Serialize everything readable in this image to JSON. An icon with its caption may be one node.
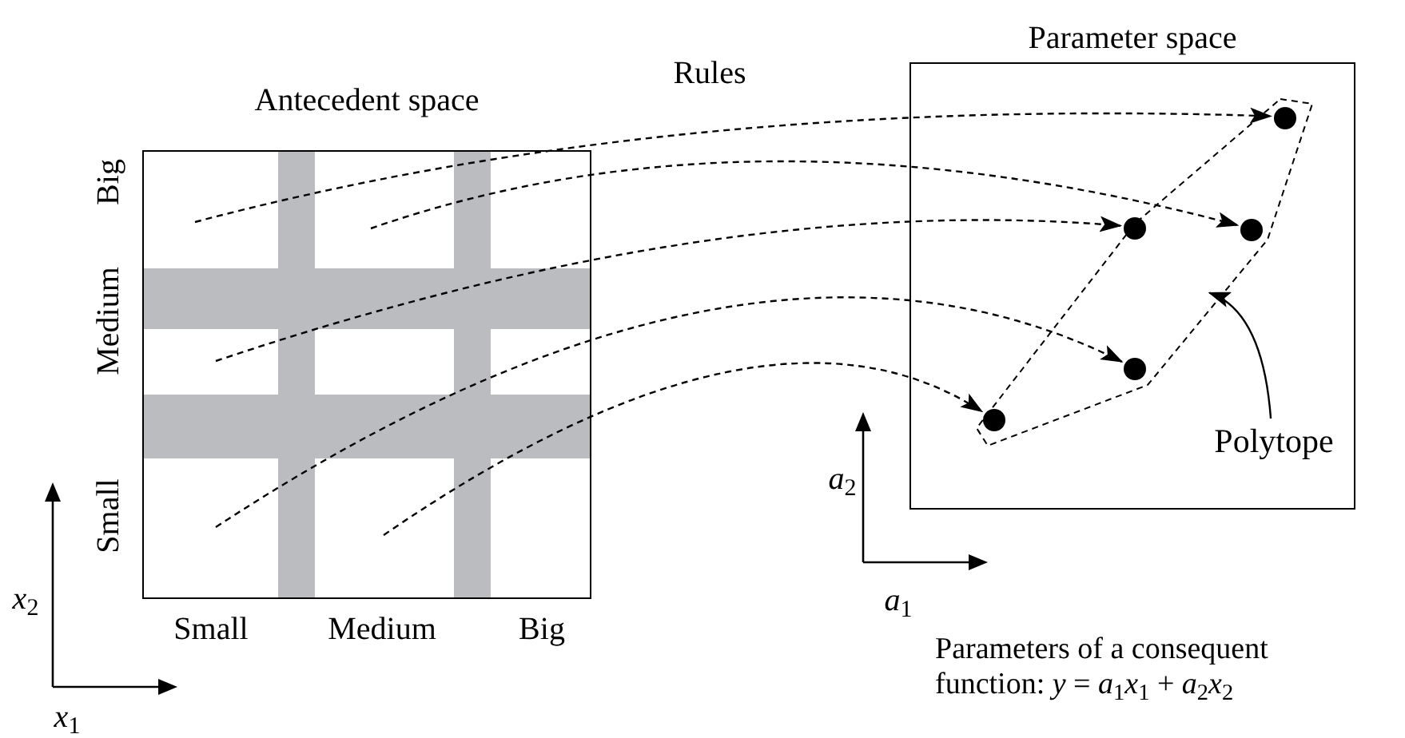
{
  "diagram": {
    "nodes": [
      {
        "text": [
          "Antecedent space"
        ],
        "beside": [
          "Big",
          "Medium",
          "Small",
          "Small",
          "Medium",
          "Big"
        ]
      },
      {
        "text": [
          "Parameter space"
        ]
      },
      {
        "text": [],
        "shape": "polygon",
        "in": 1
      },
      {
        "text": [],
        "shape": "circle",
        "in": 2
      },
      {
        "text": [],
        "shape": "circle",
        "in": 2
      },
      {
        "text": [],
        "shape": "circle",
        "in": 2
      },
      {
        "text": [],
        "shape": "circle",
        "in": 2
      },
      {
        "text": [],
        "shape": "circle",
        "in": 2
      },
      {
        "text": [
          "Polytope"
        ],
        "in": 1
      }
    ],
    "edges": [
      {
        "from": 0,
        "to": 3,
        "arrow": "to",
        "style": "dashed"
      },
      {
        "from": 0,
        "to": 5,
        "arrow": "to",
        "style": "dashed"
      },
      {
        "from": 0,
        "to": 4,
        "arrow": "to",
        "style": "dashed"
      },
      {
        "from": 0,
        "to": 6,
        "arrow": "to",
        "style": "dashed"
      },
      {
        "from": 0,
        "to": 7,
        "arrow": "to",
        "style": "dashed"
      },
      {
        "from": 8,
        "to": 2,
        "arrow": "to"
      }
    ],
    "labels": [
      "Rules",
      "*a*$_{2}$",
      "*x*$_{2}$",
      "*a*$_{1}$",
      "Parameters of a consequent function: *y* = *a*$_{1}$*x*$_{1}$ + *a*$_{2}$*x*$_{2}$",
      "*x*$_{1}$"
    ]
  }
}
